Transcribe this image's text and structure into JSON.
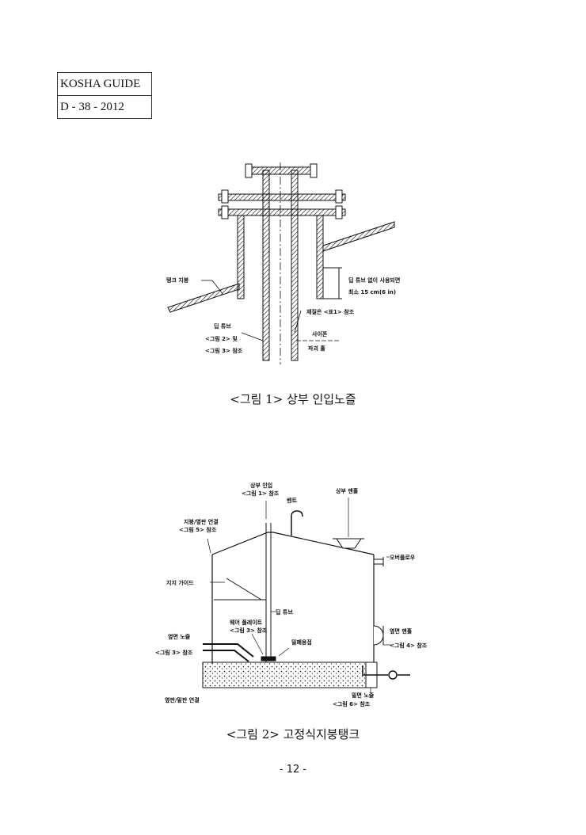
{
  "header": {
    "guide": "KOSHA GUIDE",
    "code": "D - 38 - 2012"
  },
  "figure1": {
    "caption": "<그림 1> 상부 인입노즐",
    "labels": {
      "tank_roof": "탱크 지붕",
      "no_dip_line1": "딥 튜브 없이 사용되면",
      "no_dip_line2": "최소 15 cm(6 in)",
      "material": "재질은 <표1> 참조",
      "dip_tube": "딥 튜브",
      "ref_fig2": "<그림 2> 및",
      "ref_fig3": "<그림 3> 참조",
      "siphon": "사이폰",
      "breaker_hole": "파괴 홀"
    }
  },
  "figure2": {
    "caption": "<그림 2> 고정식지붕탱크",
    "labels": {
      "top_inlet": "상부 인입",
      "top_inlet_ref": "<그림 1> 참조",
      "vent": "벤트",
      "top_manhole": "상부 맨홀",
      "roof_shell": "지붕/옆판 연결",
      "roof_shell_ref": "<그림 5> 참조",
      "overflow": "오버플로우",
      "support_guide": "지지 가이드",
      "dip_tube": "딥 튜브",
      "wear_plate": "웨어 플레이트",
      "wear_plate_ref": "<그림 3> 참조",
      "side_manhole": "옆면 맨홀",
      "side_manhole_ref": "<그림 4> 참조",
      "side_nozzle": "옆면 노즐",
      "side_nozzle_ref": "<그림 3> 참조",
      "seal_weld": "밀폐용접",
      "bottom_nozzle": "밑면 노즐",
      "bottom_nozzle_ref": "<그림 6> 참조",
      "shell_bottom": "옆판/밑판 연결"
    }
  },
  "page": {
    "number": "- 12 -"
  }
}
